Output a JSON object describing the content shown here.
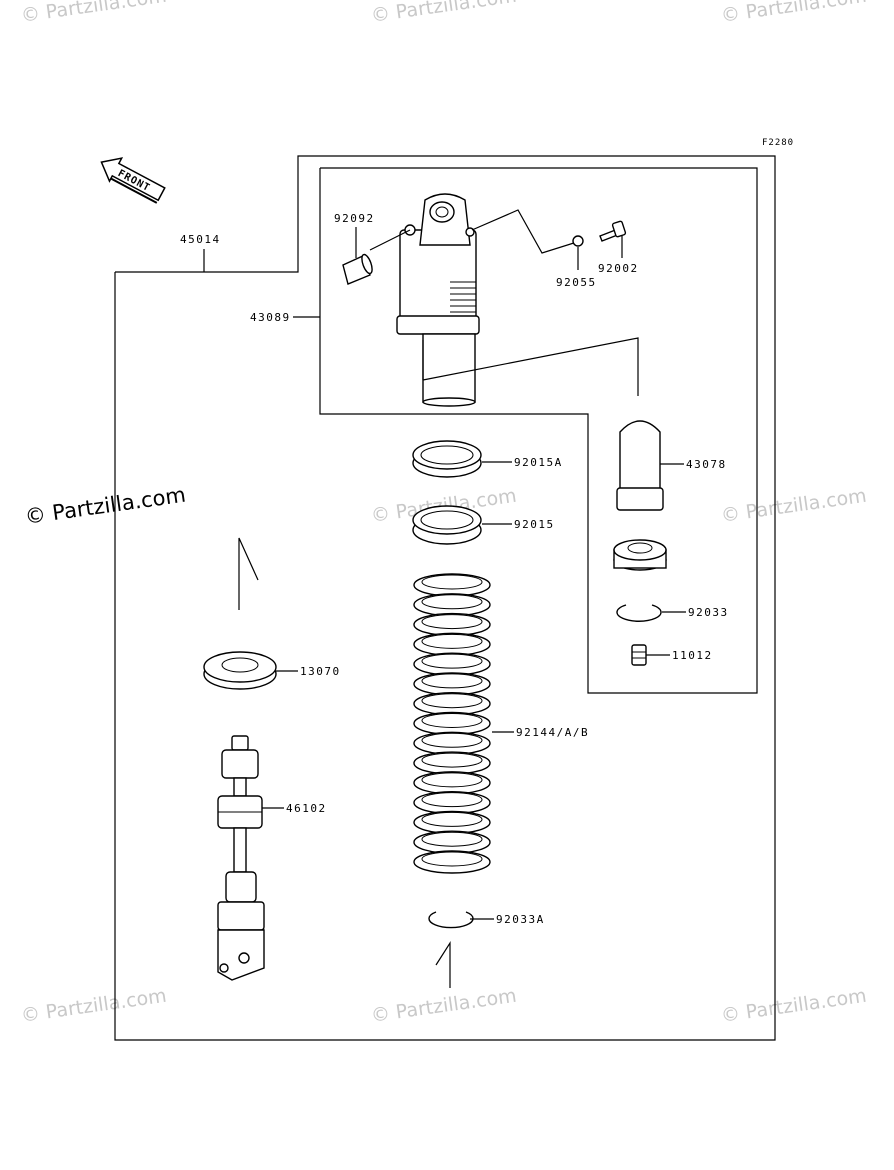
{
  "figure_ref": "F2280",
  "front_arrow_label": "FRONT",
  "watermarks": {
    "main": "© Partzilla.com",
    "faint": "© Partzilla.com"
  },
  "parts": {
    "p45014": "45014",
    "p43089": "43089",
    "p92092": "92092",
    "p92055": "92055",
    "p92002": "92002",
    "p92015A": "92015A",
    "p92015": "92015",
    "p43078": "43078",
    "p92033": "92033",
    "p11012": "11012",
    "p13070": "13070",
    "p46102": "46102",
    "p92144": "92144/A/B",
    "p92033A": "92033A"
  }
}
